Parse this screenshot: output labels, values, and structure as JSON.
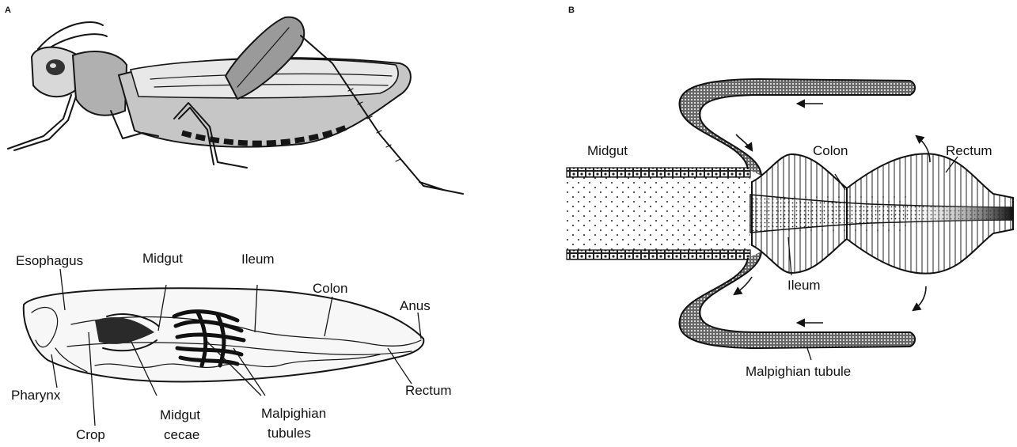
{
  "panels": [
    {
      "letter": "A"
    },
    {
      "letter": "B"
    }
  ],
  "panel_a": {
    "labels": {
      "esophagus": "Esophagus",
      "midgut": "Midgut",
      "ileum": "Ileum",
      "colon": "Colon",
      "anus": "Anus",
      "pharynx": "Pharynx",
      "rectum": "Rectum",
      "crop": "Crop",
      "midgut_cecae_line1": "Midgut",
      "midgut_cecae_line2": "cecae",
      "malpighian_line1": "Malpighian",
      "malpighian_line2": "tubules"
    }
  },
  "panel_b": {
    "labels": {
      "midgut": "Midgut",
      "colon": "Colon",
      "rectum": "Rectum",
      "ileum": "Ileum",
      "malpighian_tubule": "Malpighian tubule"
    }
  }
}
